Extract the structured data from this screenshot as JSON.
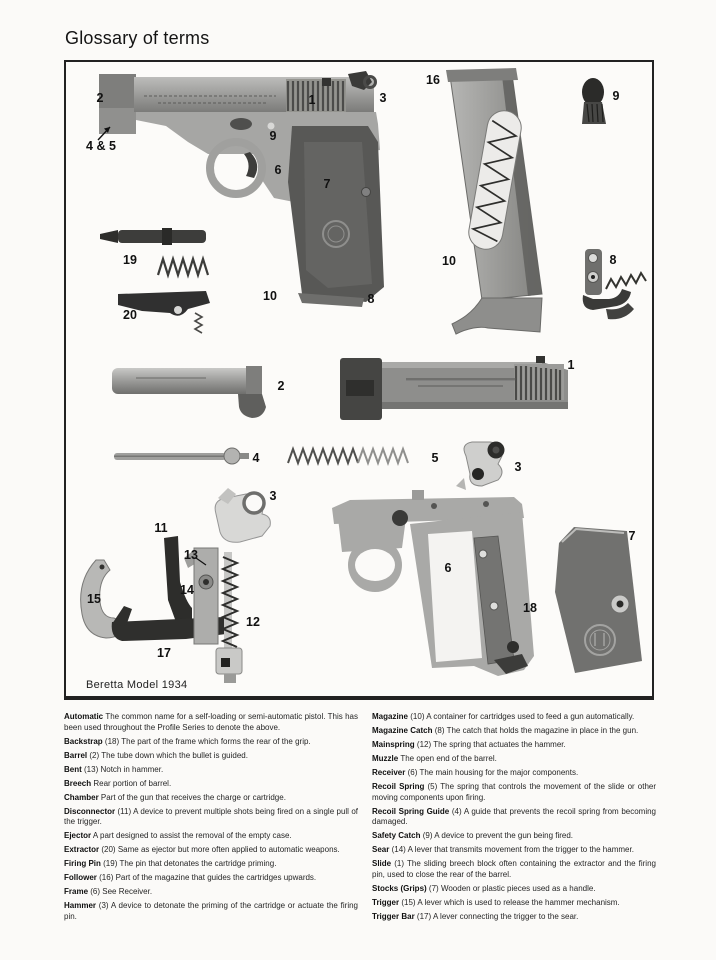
{
  "page": {
    "title": "Glossary of terms"
  },
  "diagram": {
    "caption": "Beretta Model 1934",
    "labels": {
      "slide": "1",
      "barrel": "2",
      "hammer": "3",
      "recoil_spring_guide": "4",
      "recoil_spring": "5",
      "recoil_assembly": "4 & 5",
      "frame": "6",
      "grips": "7",
      "magazine_catch": "8",
      "safety_catch": "9",
      "magazine": "10",
      "disconnector": "11",
      "mainspring": "12",
      "bent": "13",
      "sear": "14",
      "trigger": "15",
      "follower": "16",
      "trigger_bar": "17",
      "backstrap": "18",
      "firing_pin": "19",
      "extractor": "20"
    }
  },
  "glossary": {
    "left": [
      {
        "term": "Automatic",
        "num": "",
        "def": "The common name for a self-loading or semi-automatic pistol. This has been used throughout the Profile Series to denote the above."
      },
      {
        "term": "Backstrap",
        "num": "(18)",
        "def": "The part of the frame which forms the rear of the grip."
      },
      {
        "term": "Barrel",
        "num": "(2)",
        "def": "The tube down which the bullet is guided."
      },
      {
        "term": "Bent",
        "num": "(13)",
        "def": "Notch in hammer."
      },
      {
        "term": "Breech",
        "num": "",
        "def": "Rear portion of barrel."
      },
      {
        "term": "Chamber",
        "num": "",
        "def": "Part of the gun that receives the charge or cartridge."
      },
      {
        "term": "Disconnector",
        "num": "(11)",
        "def": "A device to prevent multiple shots being fired on a single pull of the trigger."
      },
      {
        "term": "Ejector",
        "num": "",
        "def": "A part designed to assist the removal of the empty case."
      },
      {
        "term": "Extractor",
        "num": "(20)",
        "def": "Same as ejector but more often applied to automatic weapons."
      },
      {
        "term": "Firing Pin",
        "num": "(19)",
        "def": "The pin that detonates the cartridge priming."
      },
      {
        "term": "Follower",
        "num": "(16)",
        "def": "Part of the magazine that guides the cartridges upwards."
      },
      {
        "term": "Frame",
        "num": "(6)",
        "def": "See Receiver."
      },
      {
        "term": "Hammer",
        "num": "(3)",
        "def": "A device to detonate the priming of the cartridge or actuate the firing pin."
      }
    ],
    "right": [
      {
        "term": "Magazine",
        "num": "(10)",
        "def": "A container for cartridges used to feed a gun automatically."
      },
      {
        "term": "Magazine Catch",
        "num": "(8)",
        "def": "The catch that holds the magazine in place in the gun."
      },
      {
        "term": "Mainspring",
        "num": "(12)",
        "def": "The spring that actuates the hammer."
      },
      {
        "term": "Muzzle",
        "num": "",
        "def": "The open end of the barrel."
      },
      {
        "term": "Receiver",
        "num": "(6)",
        "def": "The main housing for the major components."
      },
      {
        "term": "Recoil Spring",
        "num": "(5)",
        "def": "The spring that controls the movement of the slide or other moving components upon firing."
      },
      {
        "term": "Recoil Spring Guide",
        "num": "(4)",
        "def": "A guide that prevents the recoil spring from becoming damaged."
      },
      {
        "term": "Safety Catch",
        "num": "(9)",
        "def": "A device to prevent the gun being fired."
      },
      {
        "term": "Sear",
        "num": "(14)",
        "def": "A lever that transmits movement from the trigger to the hammer."
      },
      {
        "term": "Slide",
        "num": "(1)",
        "def": "The sliding breech block often containing the extractor and the firing pin, used to close the rear of the barrel."
      },
      {
        "term": "Stocks (Grips)",
        "num": "(7)",
        "def": "Wooden or plastic pieces used as a handle."
      },
      {
        "term": "Trigger",
        "num": "(15)",
        "def": "A lever which is used to release the hammer mechanism."
      },
      {
        "term": "Trigger Bar",
        "num": "(17)",
        "def": "A lever connecting the trigger to the sear."
      }
    ]
  }
}
